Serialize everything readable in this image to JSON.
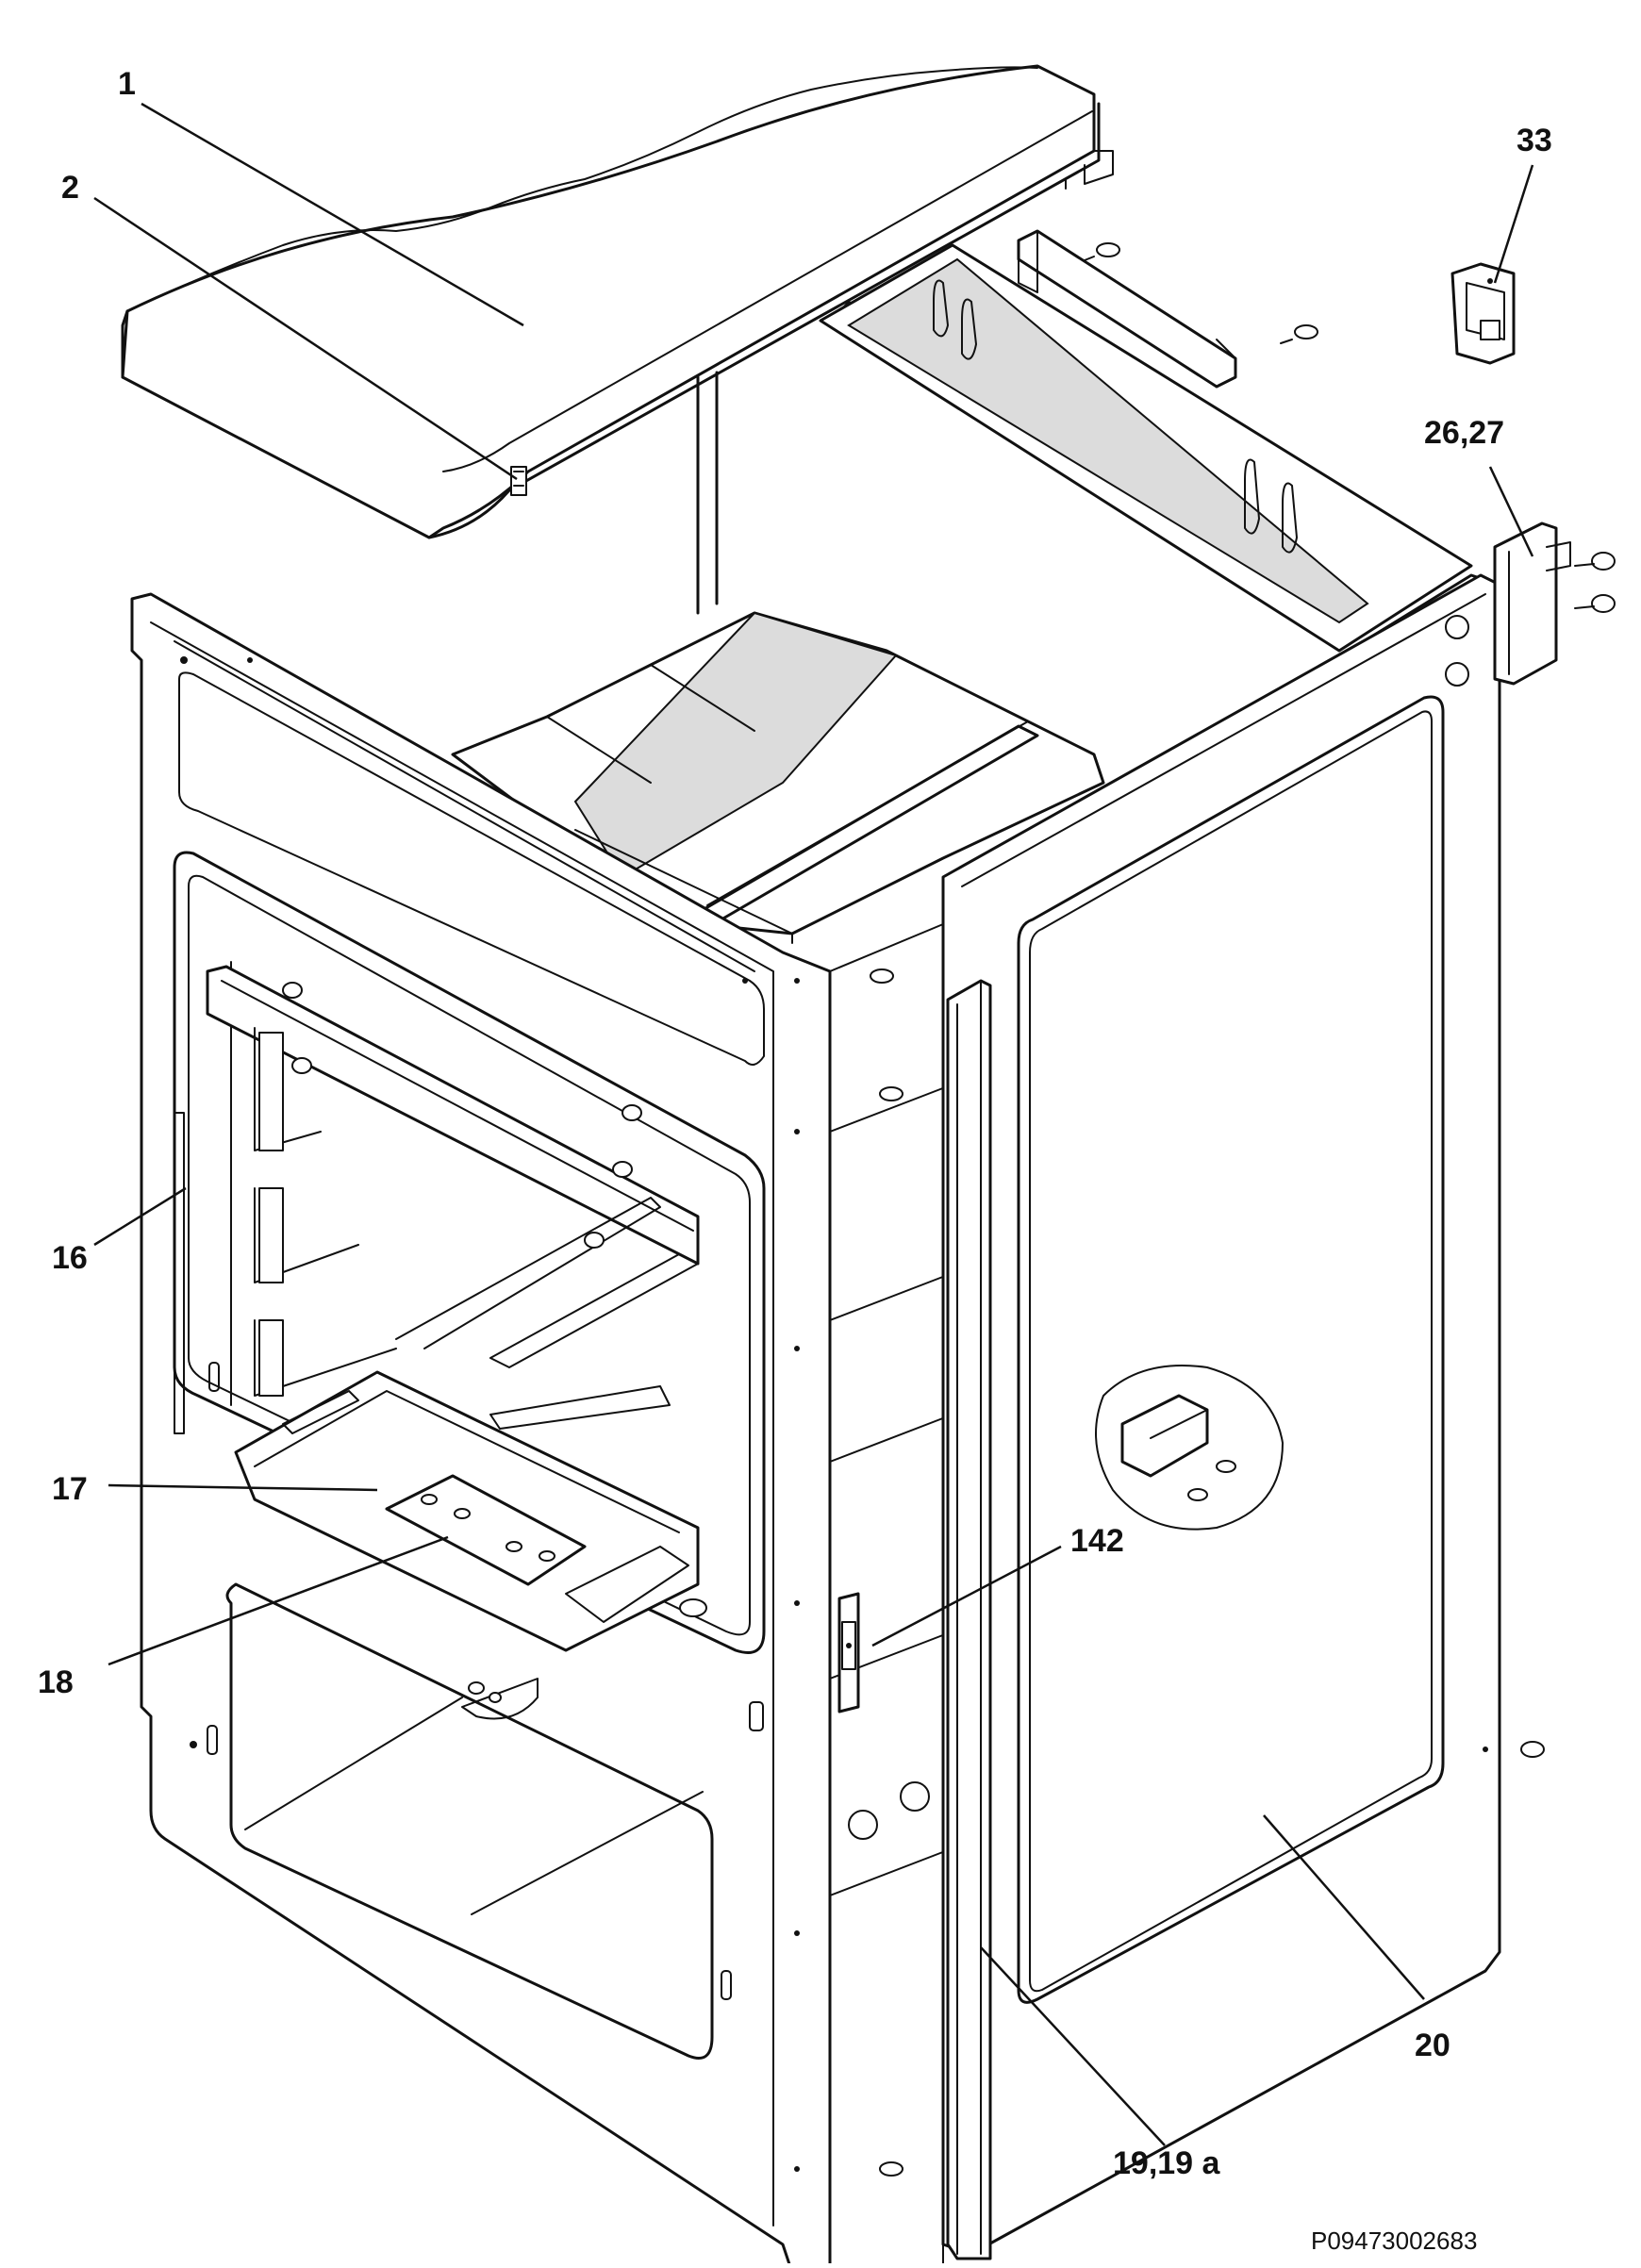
{
  "callouts": {
    "top_cover": "1",
    "clip": "2",
    "bracket": "33",
    "hinge": "26,27",
    "oven_seal": "16",
    "oven_floor": "17",
    "burner_plate": "18",
    "door_hinge": "142",
    "side_panel": "20",
    "front_strip": "19,19 a"
  },
  "drawing_code": "P09473002683",
  "colors": {
    "ink": "#111111",
    "paper": "#ffffff",
    "insulation": "#dcdcdc"
  }
}
